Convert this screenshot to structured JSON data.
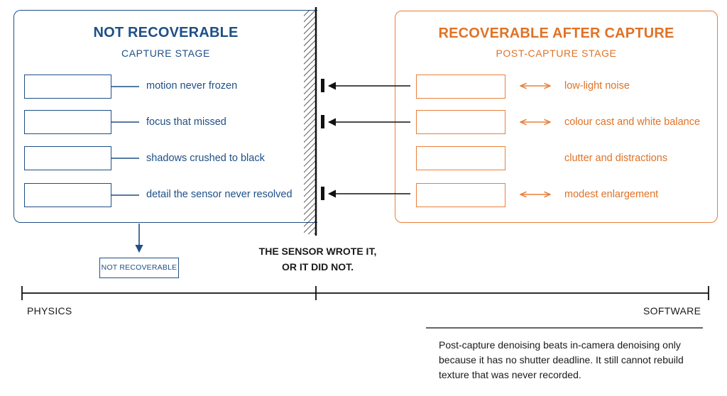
{
  "left_panel": {
    "title": "NOT RECOVERABLE",
    "subtitle": "CAPTURE STAGE",
    "items": [
      "motion never frozen",
      "focus that missed",
      "shadows crushed to black",
      "detail the sensor never resolved"
    ],
    "color": "#1e4f86"
  },
  "right_panel": {
    "title": "RECOVERABLE AFTER CAPTURE",
    "subtitle": "POST-CAPTURE STAGE",
    "items": [
      "low-light noise",
      "colour cast and white balance",
      "clutter and distractions",
      "modest enlargement"
    ],
    "color": "#e8803a"
  },
  "note_box": "NOT RECOVERABLE",
  "sensor_caption": [
    "THE SENSOR WROTE IT,",
    "OR IT DID NOT."
  ],
  "axis": {
    "left_label": "PHYSICS",
    "right_label": "SOFTWARE"
  },
  "footnote": "Post-capture denoising beats in-camera denoising only because it has no shutter deadline. It still cannot rebuild texture that was never recorded."
}
